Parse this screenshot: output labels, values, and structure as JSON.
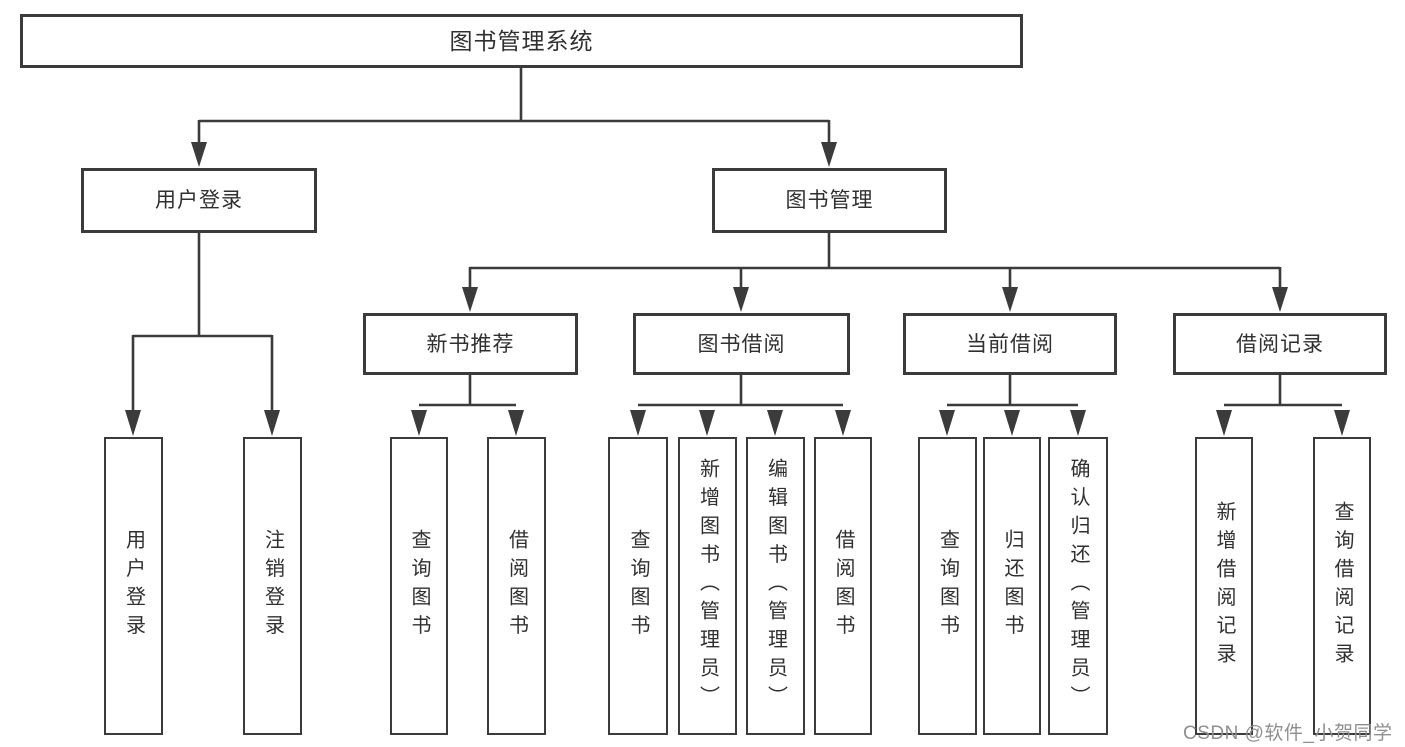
{
  "tree": {
    "root": {
      "label": "图书管理系统",
      "children": [
        {
          "label": "用户登录",
          "children": [
            {
              "label": "用户登录"
            },
            {
              "label": "注销登录"
            }
          ]
        },
        {
          "label": "图书管理",
          "children": [
            {
              "label": "新书推荐",
              "children": [
                {
                  "label": "查询图书"
                },
                {
                  "label": "借阅图书"
                }
              ]
            },
            {
              "label": "图书借阅",
              "children": [
                {
                  "label": "查询图书"
                },
                {
                  "label": "新增图书（管理员）"
                },
                {
                  "label": "编辑图书（管理员）"
                },
                {
                  "label": "借阅图书"
                }
              ]
            },
            {
              "label": "当前借阅",
              "children": [
                {
                  "label": "查询图书"
                },
                {
                  "label": "归还图书"
                },
                {
                  "label": "确认归还（管理员）"
                }
              ]
            },
            {
              "label": "借阅记录",
              "children": [
                {
                  "label": "新增借阅记录"
                },
                {
                  "label": "查询借阅记录"
                }
              ]
            }
          ]
        }
      ]
    }
  },
  "watermark": {
    "text": "CSDN @软件_小贺同学"
  },
  "colors": {
    "line": "#3b3b3b",
    "text": "#303030",
    "background": "#ffffff",
    "watermark": "#8f8f8f"
  }
}
